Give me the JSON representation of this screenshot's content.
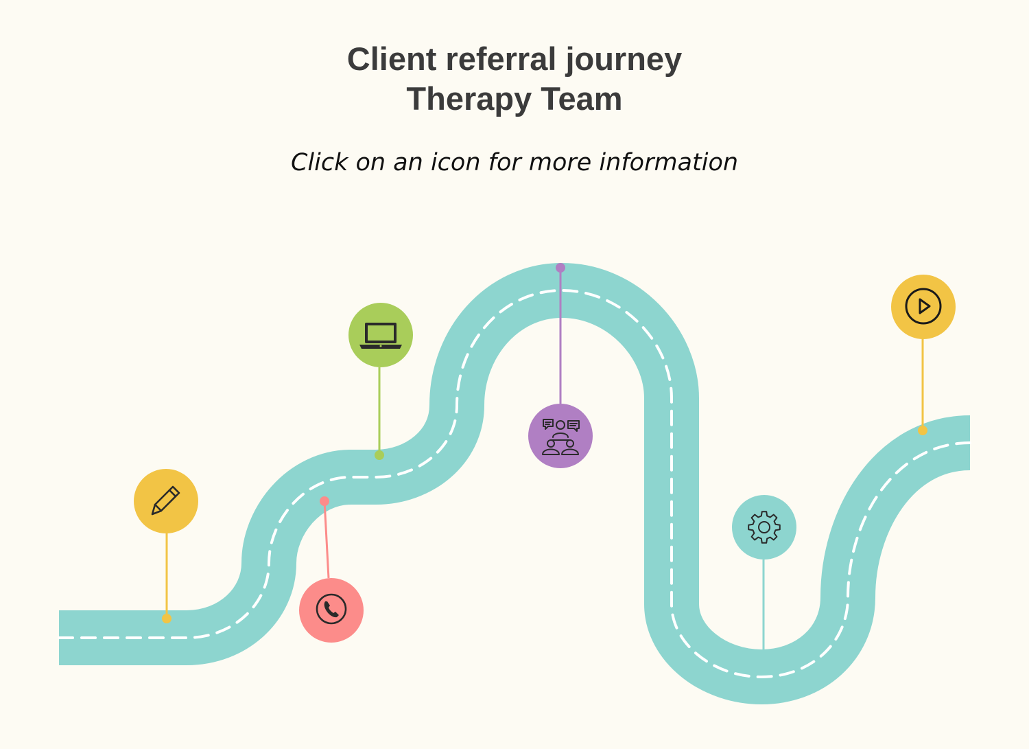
{
  "header": {
    "title_line1": "Client referral journey",
    "title_line2": "Therapy Team",
    "instruction": "Click on an icon for more information"
  },
  "colors": {
    "background": "#fdfbf3",
    "road": "#8dd5cf",
    "road_dash": "#ffffff",
    "yellow": "#f2c445",
    "green": "#a9cd5a",
    "pink": "#fc8c8a",
    "purple": "#b07fc3",
    "teal": "#8dd5cf",
    "icon_stroke": "#2a2a2a"
  },
  "steps": [
    {
      "name": "pencil-marker",
      "icon": "pencil-icon",
      "color": "yellow"
    },
    {
      "name": "phone-marker",
      "icon": "phone-icon",
      "color": "pink"
    },
    {
      "name": "laptop-marker",
      "icon": "laptop-icon",
      "color": "green"
    },
    {
      "name": "group-discussion-marker",
      "icon": "group-discussion-icon",
      "color": "purple"
    },
    {
      "name": "gear-marker",
      "icon": "gear-icon",
      "color": "teal"
    },
    {
      "name": "play-marker",
      "icon": "play-icon",
      "color": "yellow"
    }
  ]
}
